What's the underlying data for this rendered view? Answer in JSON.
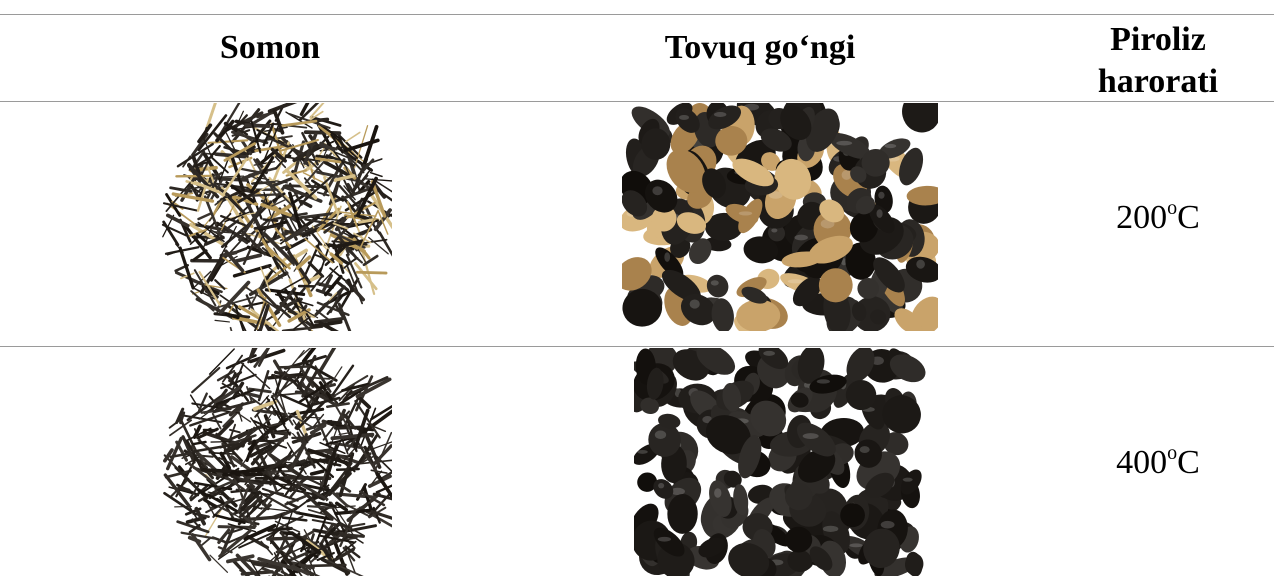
{
  "table": {
    "headers": {
      "col1": "Somon",
      "col2": "Tovuq go‘ngi",
      "col3_line1": "Piroliz",
      "col3_line2": "harorati"
    },
    "rows": [
      {
        "temperature_value": "200",
        "temperature_degree": "o",
        "temperature_unit": "C"
      },
      {
        "temperature_value": "400",
        "temperature_degree": "o",
        "temperature_unit": "C"
      }
    ]
  },
  "colors": {
    "rule": "#9a9a9a",
    "straw_light": "#b89a5a",
    "straw_dark": "#2a2218",
    "char_black": "#141414",
    "manure_tan": "#c9a36a"
  }
}
